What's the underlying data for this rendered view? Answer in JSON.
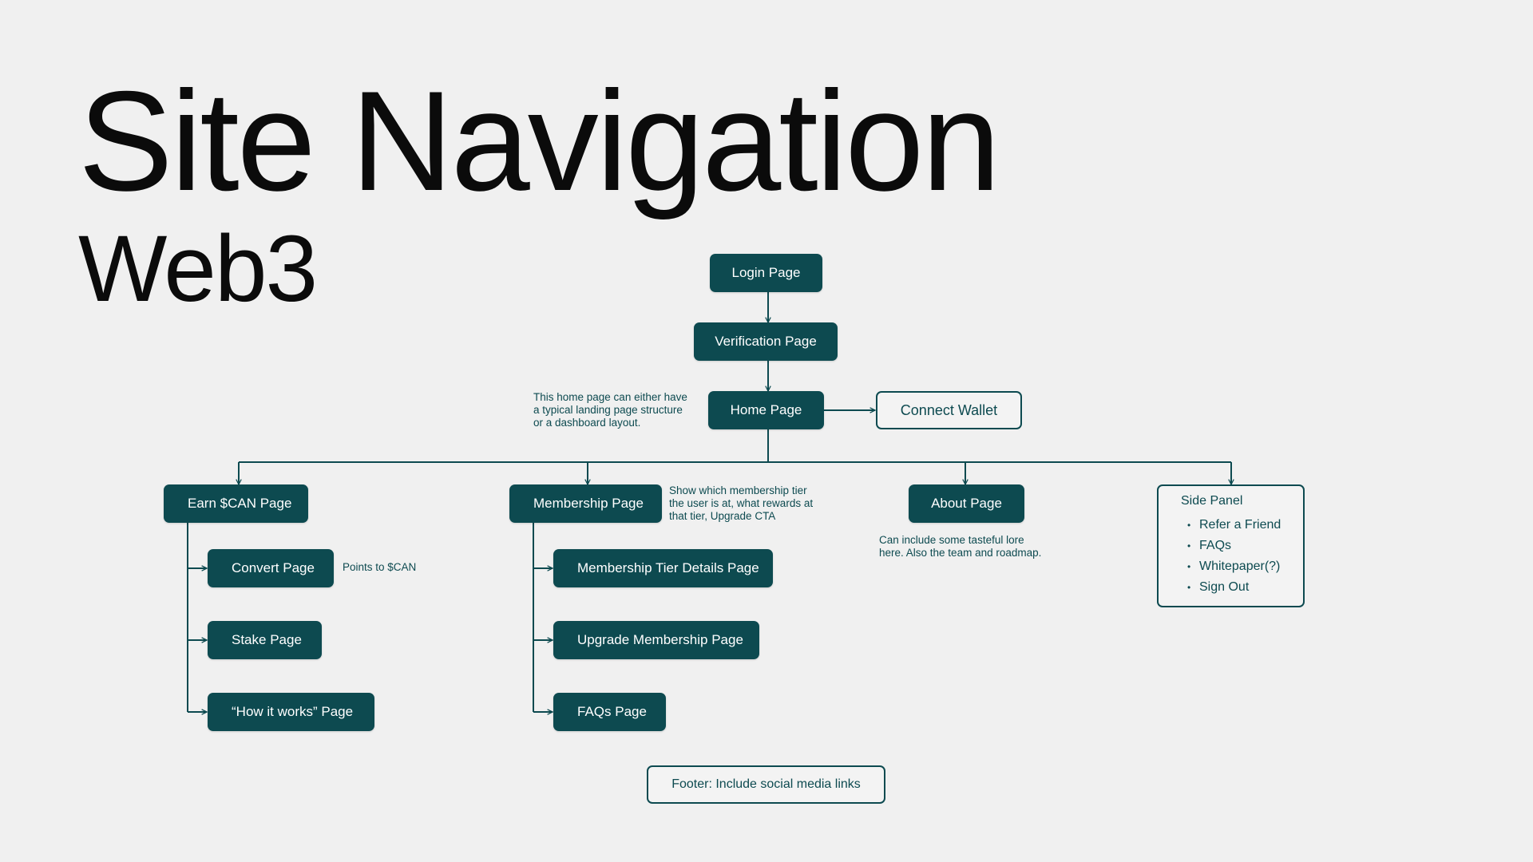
{
  "title": "Site Navigation",
  "subtitle": "Web3",
  "nodes": {
    "login": "Login Page",
    "verification": "Verification Page",
    "home": "Home Page",
    "connect_wallet": "Connect Wallet",
    "earn": "Earn $CAN Page",
    "convert": "Convert Page",
    "stake": "Stake Page",
    "how_it_works": "“How it works” Page",
    "membership": "Membership Page",
    "tier_details": "Membership Tier Details Page",
    "upgrade": "Upgrade Membership Page",
    "faqs_page": "FAQs Page",
    "about": "About Page",
    "footer": "Footer: Include social media links"
  },
  "notes": {
    "home_line1": "This home page can either have",
    "home_line2": "a typical landing page structure",
    "home_line3": "or a dashboard layout.",
    "convert": "Points to $CAN",
    "membership_line1": "Show which membership tier",
    "membership_line2": "the user is at, what rewards at",
    "membership_line3": "that tier, Upgrade CTA",
    "about_line1": "Can include some tasteful lore",
    "about_line2": "here. Also the team and roadmap."
  },
  "side_panel": {
    "title": "Side Panel",
    "items": [
      "Refer a Friend",
      "FAQs",
      "Whitepaper(?)",
      "Sign Out"
    ]
  },
  "colors": {
    "primary": "#0d4a50",
    "background": "#f0f0f0",
    "heading": "#0b0b0b"
  }
}
